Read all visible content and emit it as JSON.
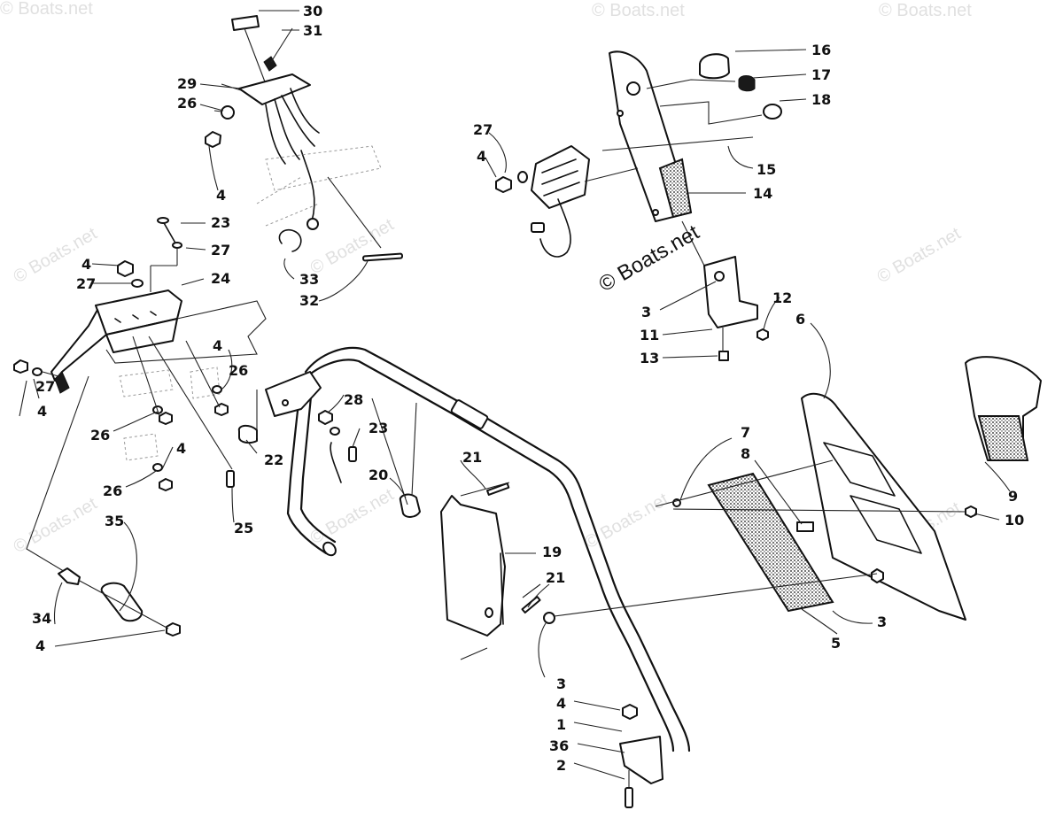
{
  "diagram": {
    "callouts": {
      "c30": "30",
      "c31": "31",
      "c29": "29",
      "c26a": "26",
      "c4a": "4",
      "c23a": "23",
      "c27a": "27",
      "c4b": "4",
      "c27b": "27",
      "c24": "24",
      "c33": "33",
      "c32": "32",
      "c16": "16",
      "c17": "17",
      "c18": "18",
      "c27c": "27",
      "c4c": "4",
      "c15": "15",
      "c14": "14",
      "c3a": "3",
      "c12": "12",
      "c11": "11",
      "c13": "13",
      "c6": "6",
      "c4d": "4",
      "c26b": "26",
      "c27d": "27",
      "c4e": "4",
      "c28": "28",
      "c23b": "23",
      "c26c": "26",
      "c4f": "4",
      "c22": "22",
      "c26d": "26",
      "c25": "25",
      "c21a": "21",
      "c20": "20",
      "c7": "7",
      "c8": "8",
      "c9": "9",
      "c10": "10",
      "c35": "35",
      "c19": "19",
      "c21b": "21",
      "c34": "34",
      "c4g": "4",
      "c3b": "3",
      "c5": "5",
      "c3c": "3",
      "c4h": "4",
      "c1": "1",
      "c36": "36",
      "c2": "2"
    },
    "watermarks": {
      "w1": "© Boats.net",
      "w2": "© Boats.net",
      "w3": "© Boats.net",
      "w4": "© Boats.net",
      "w5": "© Boats.net",
      "w6": "© Boats.net",
      "w7": "© Boats.net",
      "w8": "© Boats.net",
      "w9": "© Boats.net",
      "w10": "© Boats.net",
      "w11": "© Boats.net",
      "w12": "© Boats.net",
      "w13": "© Boats.net",
      "w14": "© Boats.net",
      "w15": "© Boats.net",
      "w16": "© Boats.net",
      "w17": "© Boats.net"
    },
    "center_watermark": "© Boats.net"
  }
}
